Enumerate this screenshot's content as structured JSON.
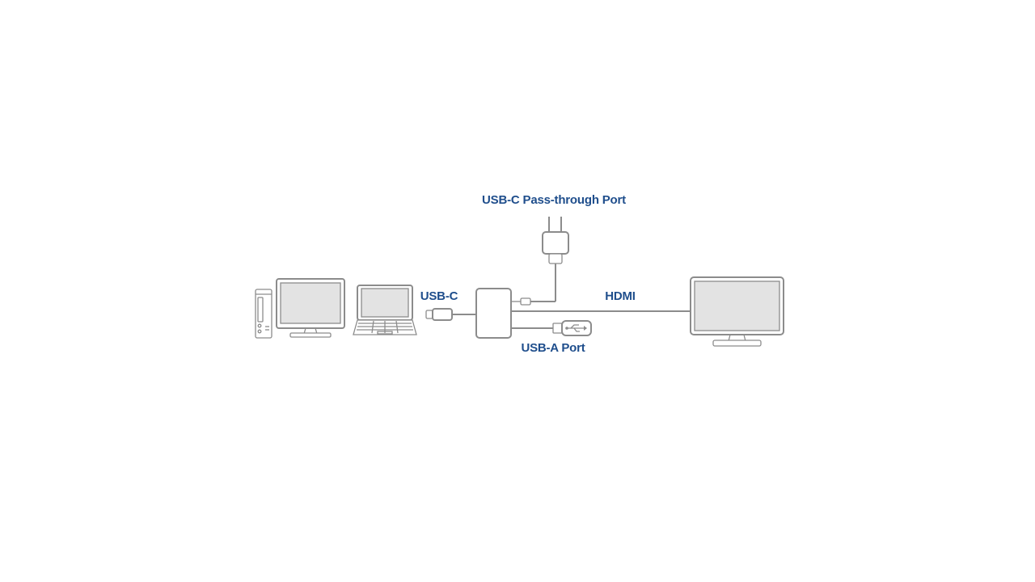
{
  "labels": {
    "usb_c_pass_through": "USB-C Pass-through Port",
    "usb_c": "USB-C",
    "hdmi": "HDMI",
    "usb_a": "USB-A Port"
  },
  "colors": {
    "label": "#1f4e8c",
    "line": "#8c8c8c",
    "screen": "#e3e3e3",
    "background": "#ffffff"
  },
  "icons": [
    "desktop-tower-icon",
    "desktop-monitor-icon",
    "laptop-icon",
    "usb-c-plug-icon",
    "adapter-hub-icon",
    "power-plug-icon",
    "usb-flash-drive-icon",
    "hdmi-monitor-icon"
  ]
}
